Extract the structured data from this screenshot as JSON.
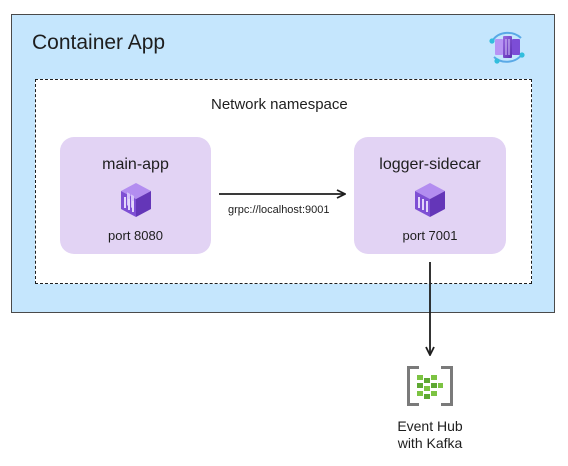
{
  "container_app": {
    "title": "Container App",
    "logo_icon": "container-apps-icon"
  },
  "network_namespace": {
    "title": "Network namespace"
  },
  "containers": [
    {
      "name": "main-app",
      "port": "port 8080",
      "icon": "container-cube-icon"
    },
    {
      "name": "logger-sidecar",
      "port": "port 7001",
      "icon": "container-cube-icon"
    }
  ],
  "connection": {
    "label": "grpc://localhost:9001",
    "from": "main-app",
    "to": "logger-sidecar"
  },
  "event_hub": {
    "label_line1": "Event Hub",
    "label_line2": "with Kafka",
    "icon": "event-hub-icon"
  },
  "colors": {
    "container_app_bg": "#c5e6fd",
    "card_bg": "#e2d3f4",
    "cube_purple": "#8b5fd6",
    "event_hub_green": "#7cc342",
    "event_hub_gray": "#7a7a7a"
  }
}
